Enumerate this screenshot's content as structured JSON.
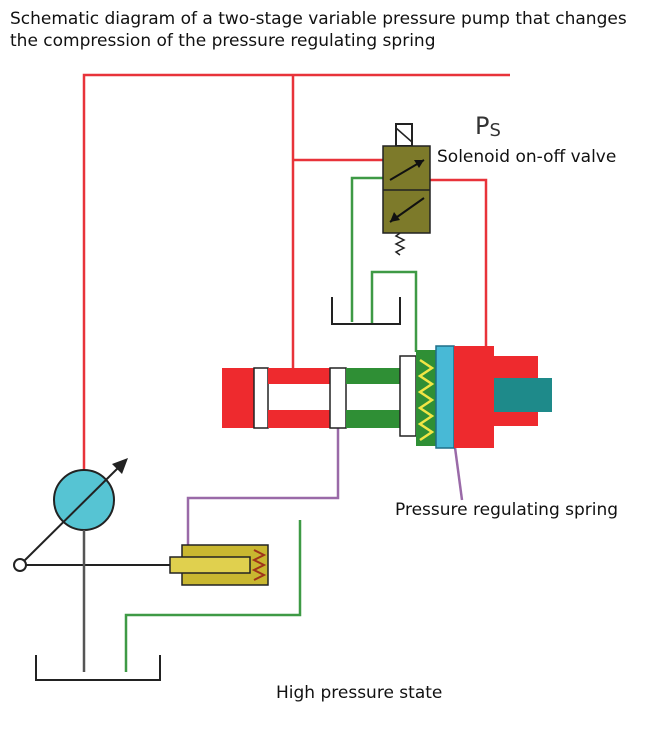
{
  "title": "Schematic diagram of a two-stage variable pressure pump that changes the compression of the pressure regulating spring",
  "labels": {
    "ps_main": "P",
    "ps_sub": "S",
    "solenoid_valve": "Solenoid on-off valve",
    "pressure_spring": "Pressure regulating spring",
    "state": "High pressure state"
  },
  "colors": {
    "pressure_line": "#e8333a",
    "tank_line": "#3e9a45",
    "control_line": "#9a6aa8",
    "spool_red": "#ee2a2e",
    "spool_green": "#2f8f35",
    "valve_olive": "#7d7a2a",
    "piston_yellow": "#c9b730",
    "pump_cyan": "#56c4d3",
    "rod_teal": "#1e8a8a",
    "spring_yellow": "#f1e545",
    "seat_blue": "#48b9d6"
  }
}
